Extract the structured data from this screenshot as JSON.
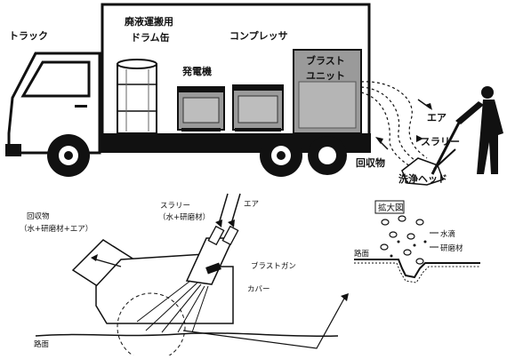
{
  "labels": {
    "truck": "トラック",
    "drum_line1": "廃液運搬用",
    "drum_line2": "ドラム缶",
    "compressor": "コンプレッサ",
    "generator": "発電機",
    "blast_unit_line1": "ブラスト",
    "blast_unit_line2": "ユニット",
    "air": "エア",
    "slurry": "スラリー",
    "collected": "回収物",
    "cleaning_head": "洗浄ヘッド",
    "enlarged_view": "拡大図",
    "water": "水滴",
    "abrasive": "研磨材",
    "road_surface_right": "路面",
    "detail_collected_line1": "回収物",
    "detail_collected_line2": "（水+研磨材+エア）",
    "detail_slurry_line1": "スラリー",
    "detail_slurry_line2": "（水+研磨材）",
    "detail_air": "エア",
    "blast_gun": "ブラストガン",
    "cover": "カバー",
    "road_surface_left": "路面"
  }
}
